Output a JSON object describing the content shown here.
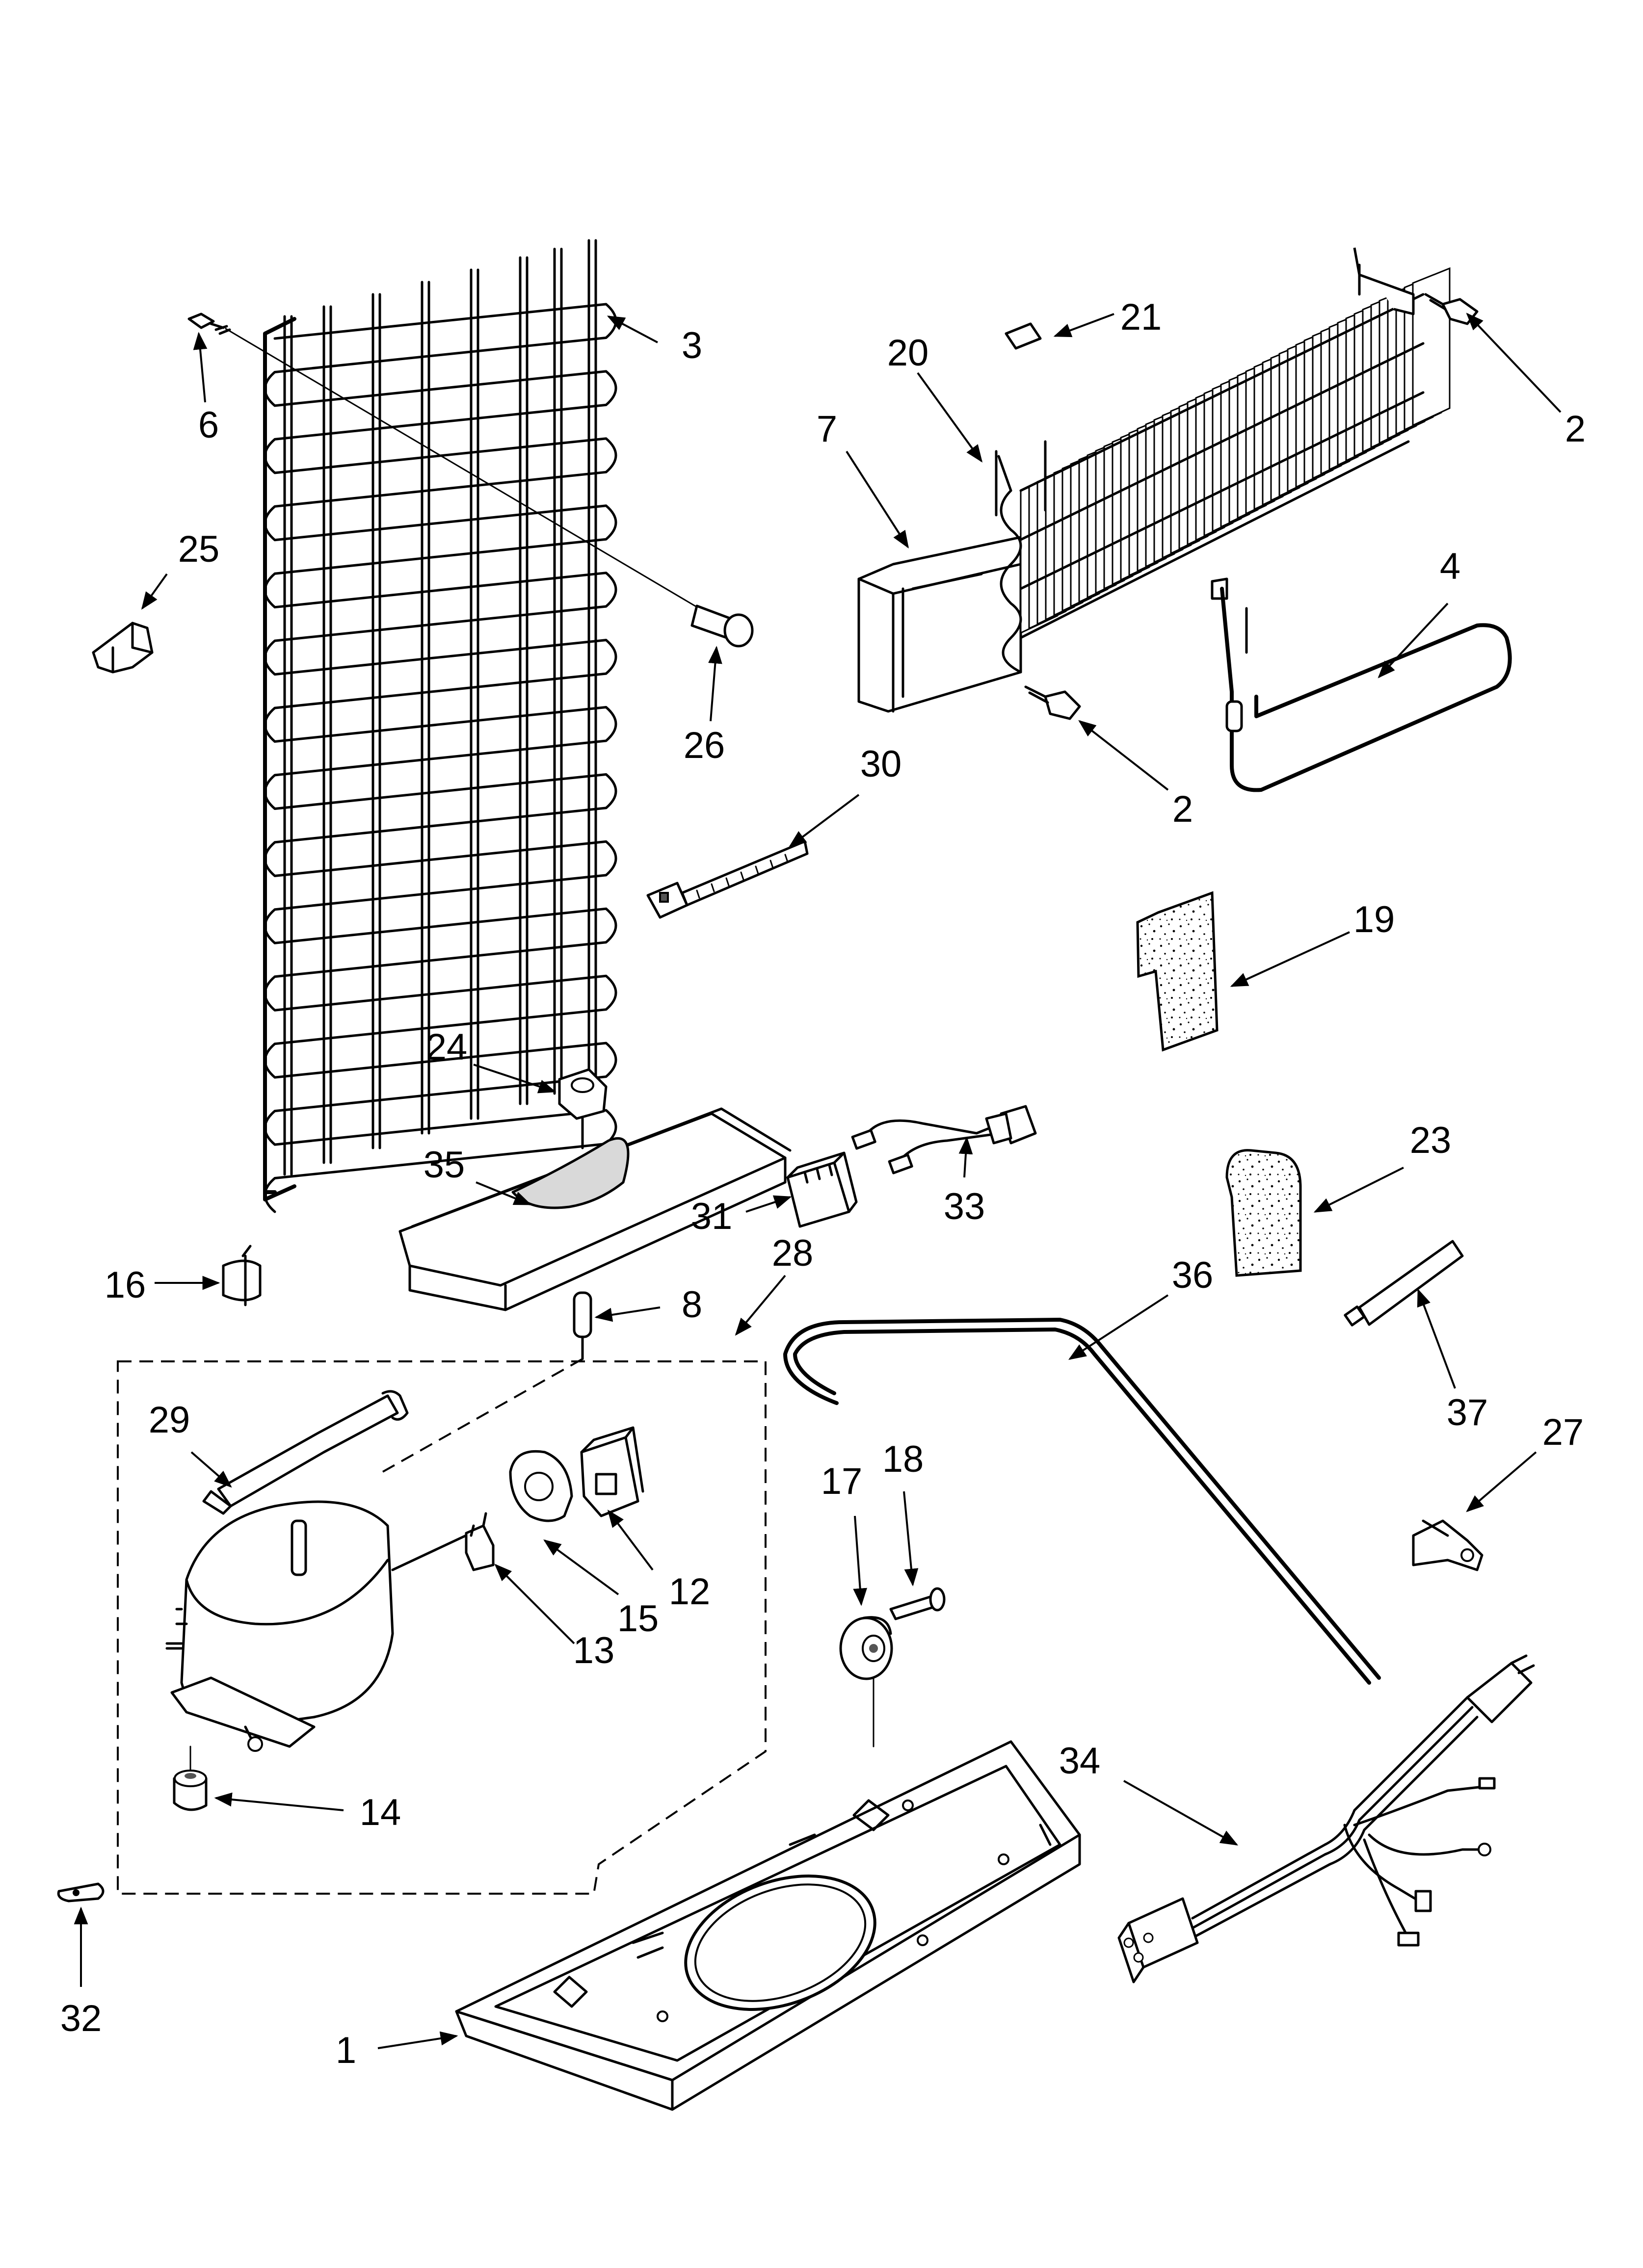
{
  "diagram": {
    "part_labels": [
      "1",
      "2",
      "3",
      "4",
      "6",
      "7",
      "8",
      "12",
      "13",
      "14",
      "15",
      "16",
      "17",
      "18",
      "19",
      "20",
      "21",
      "23",
      "24",
      "25",
      "26",
      "27",
      "28",
      "29",
      "30",
      "31",
      "32",
      "33",
      "34",
      "35",
      "36",
      "37"
    ]
  }
}
